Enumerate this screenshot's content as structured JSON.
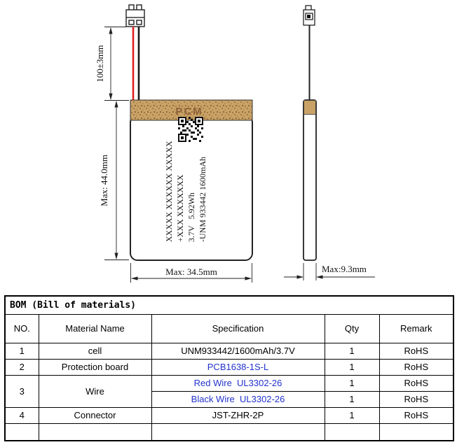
{
  "drawing": {
    "dim_wire_length": "100±3mm",
    "dim_height": "Max: 44.0mm",
    "dim_width": "Max: 34.5mm",
    "dim_thickness": "Max:9.3mm",
    "pcm_label": "PCM",
    "label_lines": [
      "XXXXX XXXXXX XXXXX",
      "+XXX XXXXXXX",
      "3.7V   5.92Wh",
      "-UNM 933442 1600mAh"
    ]
  },
  "bom": {
    "title": "BOM (Bill of materials)",
    "headers": {
      "no": "NO.",
      "material": "Material Name",
      "spec": "Specification",
      "qty": "Qty",
      "remark": "Remark"
    },
    "rows": [
      {
        "no": "1",
        "material": "cell",
        "spec": "UNM933442/1600mAh/3.7V",
        "qty": "1",
        "remark": "RoHS"
      },
      {
        "no": "2",
        "material": "Protection board",
        "spec": "PCB1638-1S-L",
        "qty": "1",
        "remark": "RoHS"
      },
      {
        "no": "3",
        "material": "Wire",
        "spec": "Red Wire  UL3302-26",
        "qty": "1",
        "remark": "RoHS"
      },
      {
        "spec": "Black Wire  UL3302-26",
        "qty": "1",
        "remark": "RoHS"
      },
      {
        "no": "4",
        "material": "Connector",
        "spec": "JST-ZHR-2P",
        "qty": "1",
        "remark": "RoHS"
      }
    ]
  },
  "colors": {
    "pcm_fill": "#c9a268",
    "pcm_text": "#8a5f35",
    "wire_red": "#e02020",
    "wire_black": "#1a1a1a",
    "spec_blue": "#2233cc"
  }
}
